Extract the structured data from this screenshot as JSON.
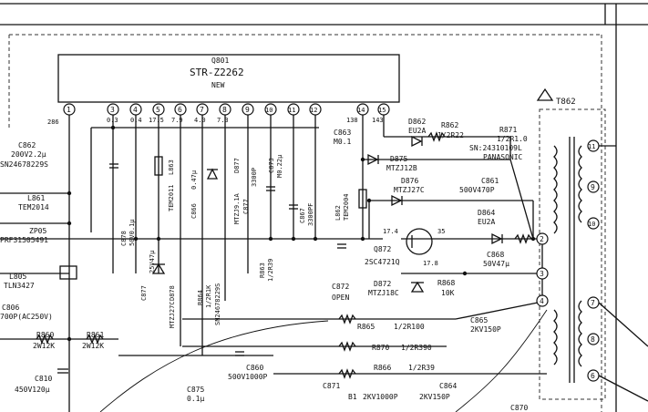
{
  "ic": {
    "ref": "Q801",
    "part": "STR-Z2262",
    "note": "NEW",
    "pins": [
      "1",
      "3",
      "4",
      "5",
      "6",
      "7",
      "8",
      "9",
      "10",
      "11",
      "12",
      "14",
      "15"
    ],
    "pin_voltages": [
      "286",
      "0.3",
      "0.4",
      "17.5",
      "7.9",
      "4.0",
      "7.3"
    ],
    "pin_voltages_right": [
      "138",
      "143"
    ]
  },
  "transformer": {
    "ref": "T862",
    "taps_left": [
      "2",
      "3",
      "4"
    ],
    "taps_right": [
      "11",
      "9",
      "10",
      "7",
      "8",
      "6"
    ]
  },
  "components": [
    {
      "ref": "C862",
      "value": "200V2.2μ",
      "note": "SN24678229S"
    },
    {
      "ref": "L861",
      "value": "TEM2014"
    },
    {
      "ref": "ZP05",
      "value": "PRF31505491"
    },
    {
      "ref": "L805",
      "value": "TLN3427"
    },
    {
      "ref": "C806",
      "value": "700P(AC250V)"
    },
    {
      "ref": "R860",
      "value": "2W12K"
    },
    {
      "ref": "R861",
      "value": "2W12K"
    },
    {
      "ref": "C810",
      "value": "450V120μ"
    },
    {
      "ref": "C878",
      "value": "50V0.1μ"
    },
    {
      "ref": "C877",
      "value": "25V47μ"
    },
    {
      "ref": "D878",
      "value": "MTZJ27C"
    },
    {
      "ref": "L863",
      "value": "TEM2011"
    },
    {
      "ref": "C866",
      "value": "0.47μ"
    },
    {
      "ref": "D877",
      "value": "MTZJ9.1A"
    },
    {
      "ref": "C877",
      "value": "3300P"
    },
    {
      "ref": "C873",
      "value": "M0.22μ"
    },
    {
      "ref": "C867",
      "value": "3300PF"
    },
    {
      "ref": "R864",
      "value": "1/2R1K",
      "note": "SN24678229S"
    },
    {
      "ref": "R863",
      "value": "1/2R39"
    },
    {
      "ref": "C863",
      "value": "M0.1"
    },
    {
      "ref": "L862",
      "value": "TEM2004"
    },
    {
      "ref": "D862",
      "value": "EU2A"
    },
    {
      "ref": "D875",
      "value": "MTZJ12B"
    },
    {
      "ref": "R862",
      "value": "1/2R22"
    },
    {
      "ref": "R871",
      "value": "1/2R1.0",
      "note": "SN:24310109L"
    },
    {
      "ref": "D876",
      "value": "MTZJ27C"
    },
    {
      "ref": "C861",
      "value": "500V470P"
    },
    {
      "ref": "D864",
      "value": "EU2A"
    },
    {
      "ref": "Q872",
      "value": "2SC4721Q"
    },
    {
      "ref": "C868",
      "value": "50V47μ"
    },
    {
      "ref": "D872",
      "value": "MTZJ18C"
    },
    {
      "ref": "R868",
      "value": "10K"
    },
    {
      "ref": "C872",
      "value": "OPEN"
    },
    {
      "ref": "R865",
      "value": "1/2R100"
    },
    {
      "ref": "C865",
      "value": "2KV150P"
    },
    {
      "ref": "R870",
      "value": "1/2R390"
    },
    {
      "ref": "R866",
      "value": "1/2R39"
    },
    {
      "ref": "C860",
      "value": "500V1000P"
    },
    {
      "ref": "C875",
      "value": "0.1μ"
    },
    {
      "ref": "C871",
      "value": "2KV1000P"
    },
    {
      "ref": "C864",
      "value": "2KV150P"
    },
    {
      "ref": "C870",
      "value": ""
    }
  ],
  "misc": {
    "panasonic": "PANASONIC",
    "b1": "B1",
    "v_q872_b": "17.4",
    "v_q872_c": "35",
    "v_q872_e": "17.8"
  }
}
